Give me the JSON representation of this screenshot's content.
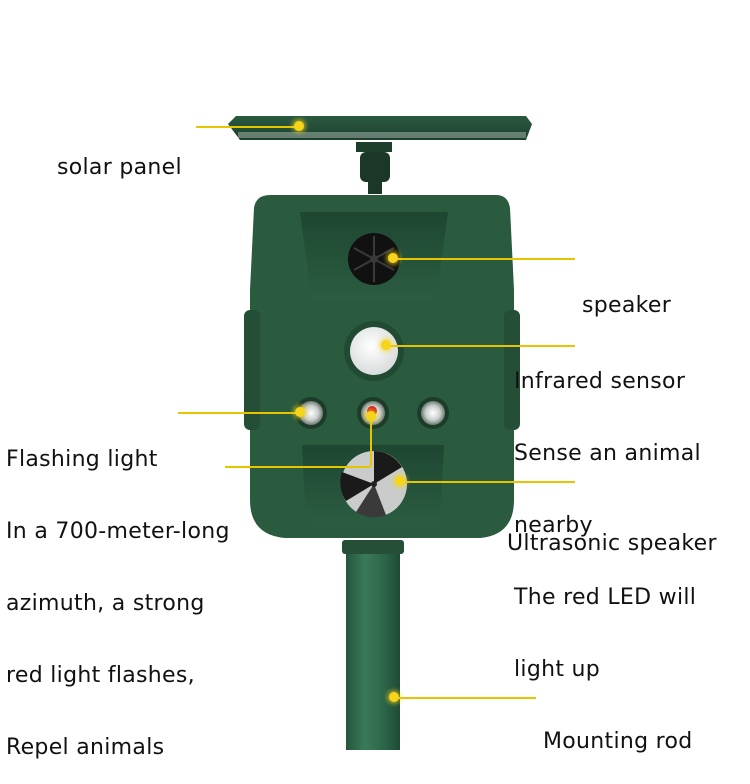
{
  "image": {
    "subject": "Solar ultrasonic animal repeller on mounting stake",
    "colors": {
      "body_green": "#2a5b3e",
      "body_dark": "#1f4530",
      "rod_green": "#2f6a4c",
      "leader_yellow": "#e6c400",
      "dot_yellow": "#f5d41a",
      "text": "#111111"
    }
  },
  "callouts": {
    "solar_panel": {
      "lines": [
        "solar panel"
      ]
    },
    "speaker": {
      "lines": [
        "speaker"
      ]
    },
    "infrared_sensor": {
      "lines": [
        "Infrared sensor",
        "Sense an animal",
        "nearby",
        "The red LED will",
        "light up"
      ]
    },
    "flashing_light": {
      "lines": [
        "Flashing light",
        "In a 700-meter-long",
        "azimuth, a strong",
        "red light flashes,",
        "Repel animals"
      ]
    },
    "ultrasonic_speaker": {
      "lines": [
        "Ultrasonic speaker"
      ]
    },
    "mounting_rod": {
      "lines": [
        "Mounting rod"
      ]
    }
  }
}
